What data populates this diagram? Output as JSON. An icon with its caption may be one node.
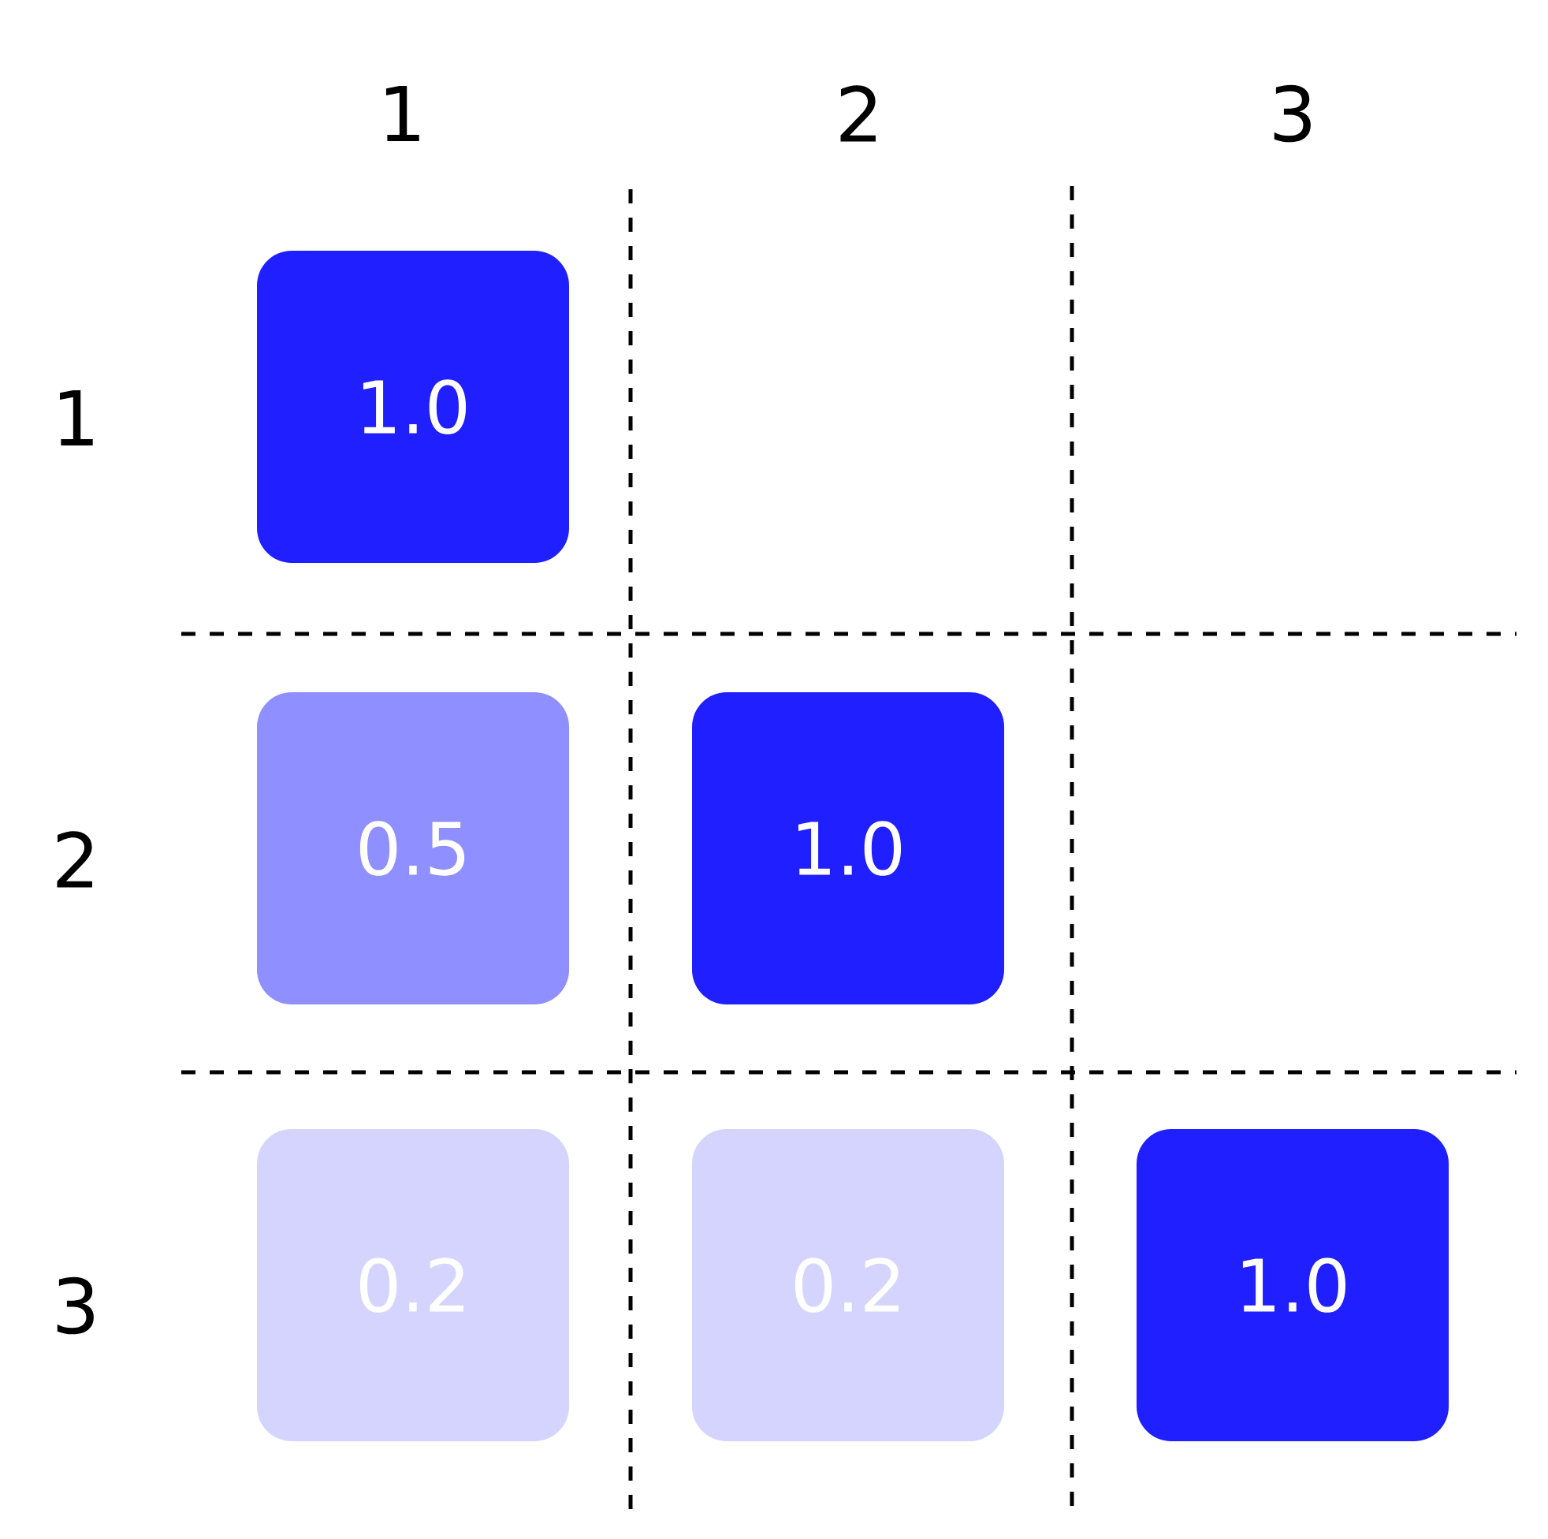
{
  "diagram": {
    "nodes": [
      {
        "text": [
          "1.0"
        ]
      },
      {
        "text": [
          "0.5"
        ]
      },
      {
        "text": [
          "1.0"
        ]
      },
      {
        "text": [
          "0.2"
        ]
      },
      {
        "text": [
          "0.2"
        ]
      },
      {
        "text": [
          "1.0"
        ]
      }
    ],
    "labels": [
      "1",
      "2",
      "3",
      "1",
      "2",
      "3"
    ]
  }
}
